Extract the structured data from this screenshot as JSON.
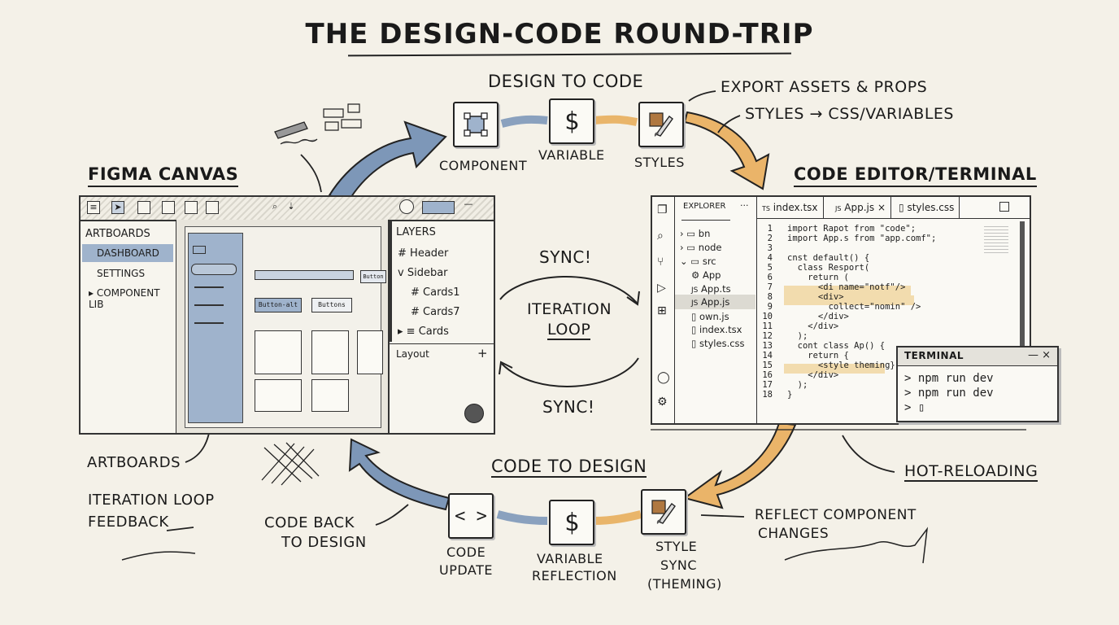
{
  "title": "THE DESIGN-CODE ROUND-TRIP",
  "top_flow": {
    "heading": "DESIGN TO CODE",
    "steps": [
      {
        "label": "COMPONENT",
        "icon": "vector-frame-icon"
      },
      {
        "label": "VARIABLE",
        "icon": "$"
      },
      {
        "label": "STYLES",
        "icon": "paintbrush-icon"
      }
    ],
    "notes": [
      "EXPORT ASSETS & PROPS",
      "STYLES → CSS/VARIABLES"
    ]
  },
  "bottom_flow": {
    "heading": "CODE TO DESIGN",
    "steps": [
      {
        "label_1": "CODE",
        "label_2": "UPDATE",
        "icon": "< >"
      },
      {
        "label_1": "VARIABLE",
        "label_2": "REFLECTION",
        "icon": "$"
      },
      {
        "label_1": "STYLE",
        "label_2": "SYNC",
        "label_3": "(THEMING)",
        "icon": "paintbrush-icon"
      }
    ],
    "notes": {
      "code_back_1": "CODE BACK",
      "code_back_2": "TO DESIGN",
      "reflect_1": "REFLECT COMPONENT",
      "reflect_2": "CHANGES"
    }
  },
  "center": {
    "sync_top": "SYNC!",
    "sync_bottom": "SYNC!",
    "loop_1": "ITERATION",
    "loop_2": "LOOP"
  },
  "figma": {
    "section_title": "FIGMA CANVAS",
    "toolbar_icons": [
      "menu-icon",
      "cursor-icon",
      "frame-icon",
      "square-icon",
      "text-icon",
      "pen-icon",
      "search-icon",
      "download-icon",
      "avatar-icon",
      "share-button",
      "minimize-icon"
    ],
    "left_panel": {
      "header": "ARTBOARDS",
      "items": [
        "DASHBOARD",
        "SETTINGS",
        "COMPONENT LIB"
      ]
    },
    "canvas": {
      "btn_primary": "Button-alt",
      "btn_secondary": "Buttons",
      "btn_right": "Button"
    },
    "layers_panel": {
      "header": "LAYERS",
      "items": [
        {
          "prefix": "#",
          "label": "Header"
        },
        {
          "prefix": "v",
          "label": "Sidebar"
        },
        {
          "prefix": "#",
          "label": "Cards1"
        },
        {
          "prefix": "#",
          "label": "Cards7"
        },
        {
          "prefix": "▸ ≡",
          "label": "Cards"
        }
      ],
      "footer": "Layout",
      "footer_action": "+"
    },
    "notes": {
      "artboards": "ARTBOARDS",
      "feedback_1": "ITERATION LOOP",
      "feedback_2": "FEEDBACK"
    }
  },
  "editor": {
    "section_title": "CODE EDITOR/TERMINAL",
    "explorer_header": "EXPLORER",
    "explorer_more": "···",
    "tabs": [
      {
        "prefix": "TS",
        "label": "index.tsx"
      },
      {
        "prefix": "JS",
        "label": "App.js",
        "close": "×"
      },
      {
        "prefix": "▯",
        "label": "styles.css"
      }
    ],
    "tree": [
      {
        "prefix": "› ▭",
        "label": "bn"
      },
      {
        "prefix": "› ▭",
        "label": "node"
      },
      {
        "prefix": "⌄ ▭",
        "label": "src"
      },
      {
        "prefix": "⚙",
        "label": "App"
      },
      {
        "prefix": "JS",
        "label": "App.ts"
      },
      {
        "prefix": "JS",
        "label": "App.js"
      },
      {
        "prefix": "▯",
        "label": "own.js"
      },
      {
        "prefix": "▯",
        "label": "index.tsx"
      },
      {
        "prefix": "▯",
        "label": "styles.css"
      }
    ],
    "code": [
      "import Rapot from \"code\";",
      "import App.s from \"app.comf\";",
      "",
      "cnst default() {",
      "  class Resport(",
      "    return (",
      "      <di name=\"notf\"/>",
      "      <div>",
      "        collect=\"nomin\" />",
      "      </div>",
      "    </div>",
      "  );",
      "  cont class Ap() {",
      "    return {",
      "      <style theming}",
      "    </div>",
      "  );",
      "}"
    ],
    "highlight_lines": [
      8,
      9,
      15
    ],
    "terminal": {
      "title": "TERMINAL",
      "controls": "— ×",
      "lines": [
        "> npm run dev",
        "> npm run dev",
        "> ▯"
      ]
    },
    "notes": {
      "hot_reloading": "HOT-RELOADING"
    }
  },
  "colors": {
    "blue_arrow": "#6f8cae",
    "orange_arrow": "#e8ac55",
    "ink": "#1d1d1d",
    "paper": "#f4f1e8",
    "blue_fill": "#9fb3cc"
  }
}
